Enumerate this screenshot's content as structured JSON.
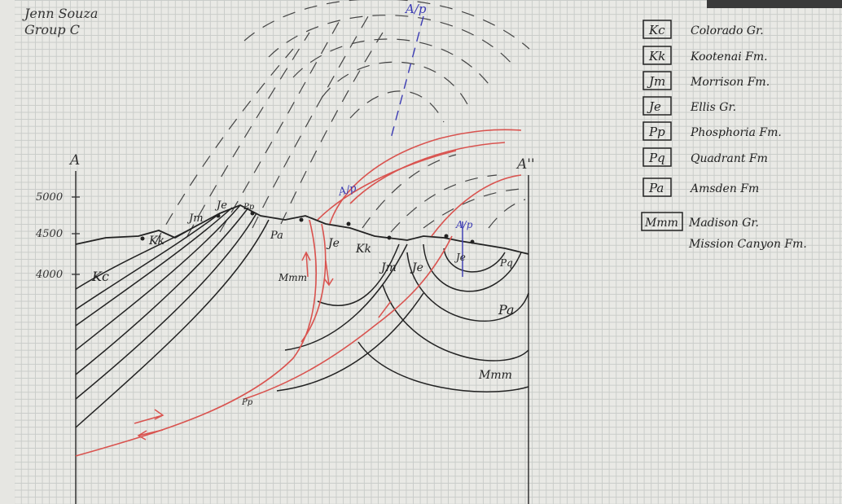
{
  "author": {
    "name": "Jenn Souza",
    "group": "Group C"
  },
  "section": {
    "start_label": "A",
    "end_label": "A''"
  },
  "elevation_ticks": [
    "5000",
    "4500",
    "4000"
  ],
  "axial_plane_label": "A/p",
  "unit_labels": {
    "kc": "Kc",
    "kk": "Kk",
    "jm": "Jm",
    "je": "Je",
    "pp": "Pp",
    "pq": "Pq",
    "pa": "Pa",
    "mmm": "Mmm"
  },
  "legend": [
    {
      "symbol": "Kc",
      "name": "Colorado Gr."
    },
    {
      "symbol": "Kk",
      "name": "Kootenai Fm."
    },
    {
      "symbol": "Jm",
      "name": "Morrison Fm."
    },
    {
      "symbol": "Je",
      "name": "Ellis Gr."
    },
    {
      "symbol": "Pp",
      "name": "Phosphoria Fm."
    },
    {
      "symbol": "Pq",
      "name": "Quadrant Fm"
    },
    {
      "symbol": "Pa",
      "name": "Amsden Fm"
    },
    {
      "symbol": "Mmm",
      "name": "Madison Gr."
    }
  ],
  "legend_extra": "Mission Canyon Fm.",
  "colors": {
    "pencil": "#2a2a2a",
    "fault": "#d9534f",
    "axial": "#3b3bb3",
    "paper": "#e9e9e5"
  }
}
